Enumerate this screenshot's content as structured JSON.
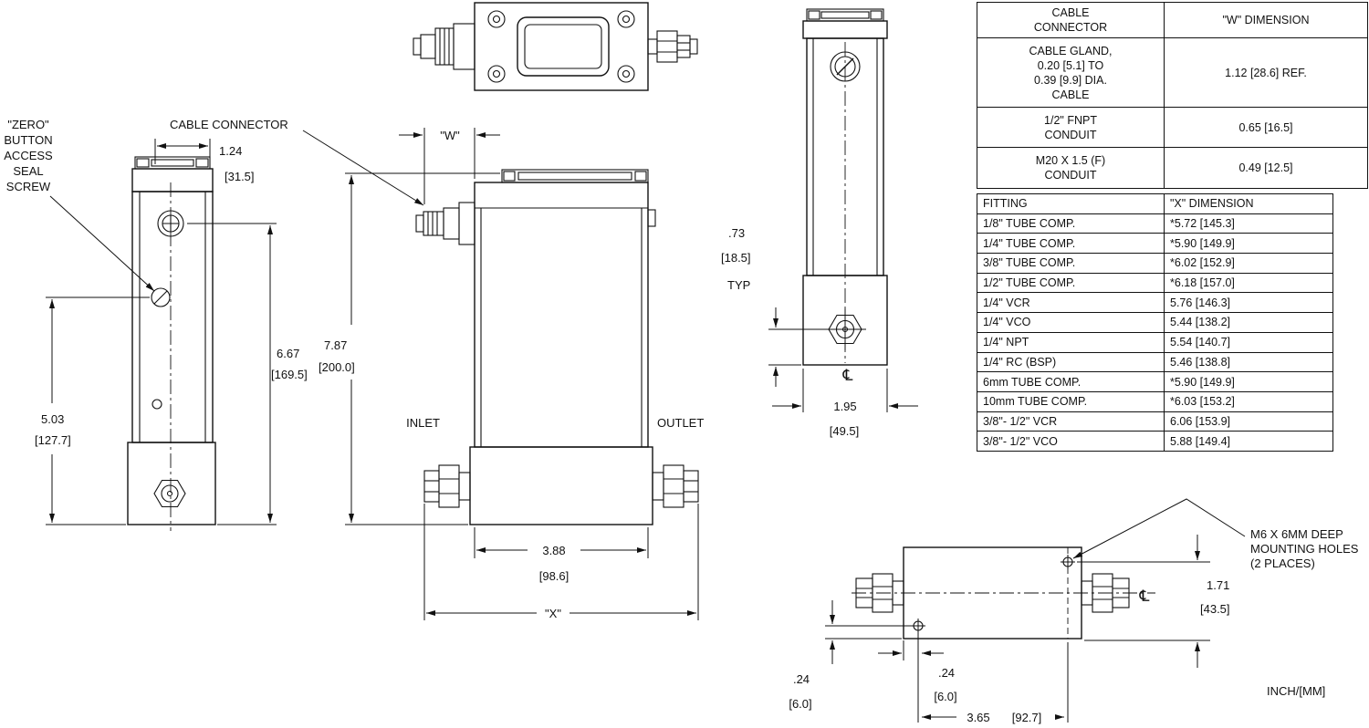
{
  "units_label": "INCH/[MM]",
  "colors": {
    "line": "#111111",
    "background": "#ffffff"
  },
  "callouts": {
    "zero_button": [
      "\"ZERO\"",
      "BUTTON",
      "ACCESS",
      "SEAL",
      "SCREW"
    ],
    "cable_connector": "CABLE CONNECTOR",
    "inlet": "INLET",
    "outlet": "OUTLET",
    "mounting_holes": [
      "M6 X 6MM DEEP",
      "MOUNTING HOLES",
      "(2 PLACES)"
    ],
    "centerline_symbol": "℄"
  },
  "dims": {
    "front_width_in": "1.24",
    "front_width_mm": "[31.5]",
    "front_height_in": "6.67",
    "front_height_mm": "[169.5]",
    "front_lower_in": "5.03",
    "front_lower_mm": "[127.7]",
    "w_label": "\"W\"",
    "overall_height_in": "7.87",
    "overall_height_mm": "[200.0]",
    "body_width_in": "3.88",
    "body_width_mm": "[98.6]",
    "x_label": "\"X\"",
    "port_offset_in": ".73",
    "port_offset_mm": "[18.5]",
    "port_offset_note": "TYP",
    "depth_in": "1.95",
    "depth_mm": "[49.5]",
    "hole_vert_in": "1.71",
    "hole_vert_mm": "[43.5]",
    "hole_left_in": ".24",
    "hole_left_mm": "[6.0]",
    "hole_bottom_in": ".24",
    "hole_bottom_mm": "[6.0]",
    "hole_span_in": "3.65",
    "hole_span_mm": "[92.7]"
  },
  "cable_table": {
    "col1_header": [
      "CABLE",
      "CONNECTOR"
    ],
    "col2_header": "\"W\" DIMENSION",
    "rows": [
      {
        "connector": [
          "CABLE GLAND,",
          "0.20 [5.1] TO",
          "0.39 [9.9] DIA.",
          "CABLE"
        ],
        "dimension": "1.12 [28.6] REF."
      },
      {
        "connector": [
          "1/2\" FNPT",
          "CONDUIT"
        ],
        "dimension": "0.65 [16.5]"
      },
      {
        "connector": [
          "M20 X 1.5 (F)",
          "CONDUIT"
        ],
        "dimension": "0.49 [12.5]"
      }
    ]
  },
  "fitting_table": {
    "headers": [
      "FITTING",
      "\"X\" DIMENSION"
    ],
    "rows": [
      [
        "1/8\" TUBE COMP.",
        "*5.72 [145.3]"
      ],
      [
        "1/4\" TUBE COMP.",
        "*5.90 [149.9]"
      ],
      [
        "3/8\" TUBE COMP.",
        "*6.02 [152.9]"
      ],
      [
        "1/2\" TUBE COMP.",
        "*6.18 [157.0]"
      ],
      [
        "1/4\" VCR",
        "5.76 [146.3]"
      ],
      [
        "1/4\" VCO",
        "5.44 [138.2]"
      ],
      [
        "1/4\" NPT",
        "5.54 [140.7]"
      ],
      [
        "1/4\" RC (BSP)",
        "5.46 [138.8]"
      ],
      [
        "6mm TUBE COMP.",
        "*5.90 [149.9]"
      ],
      [
        "10mm TUBE COMP.",
        "*6.03 [153.2]"
      ],
      [
        "3/8\"- 1/2\" VCR",
        "6.06 [153.9]"
      ],
      [
        "3/8\"- 1/2\" VCO",
        "5.88 [149.4]"
      ]
    ]
  }
}
